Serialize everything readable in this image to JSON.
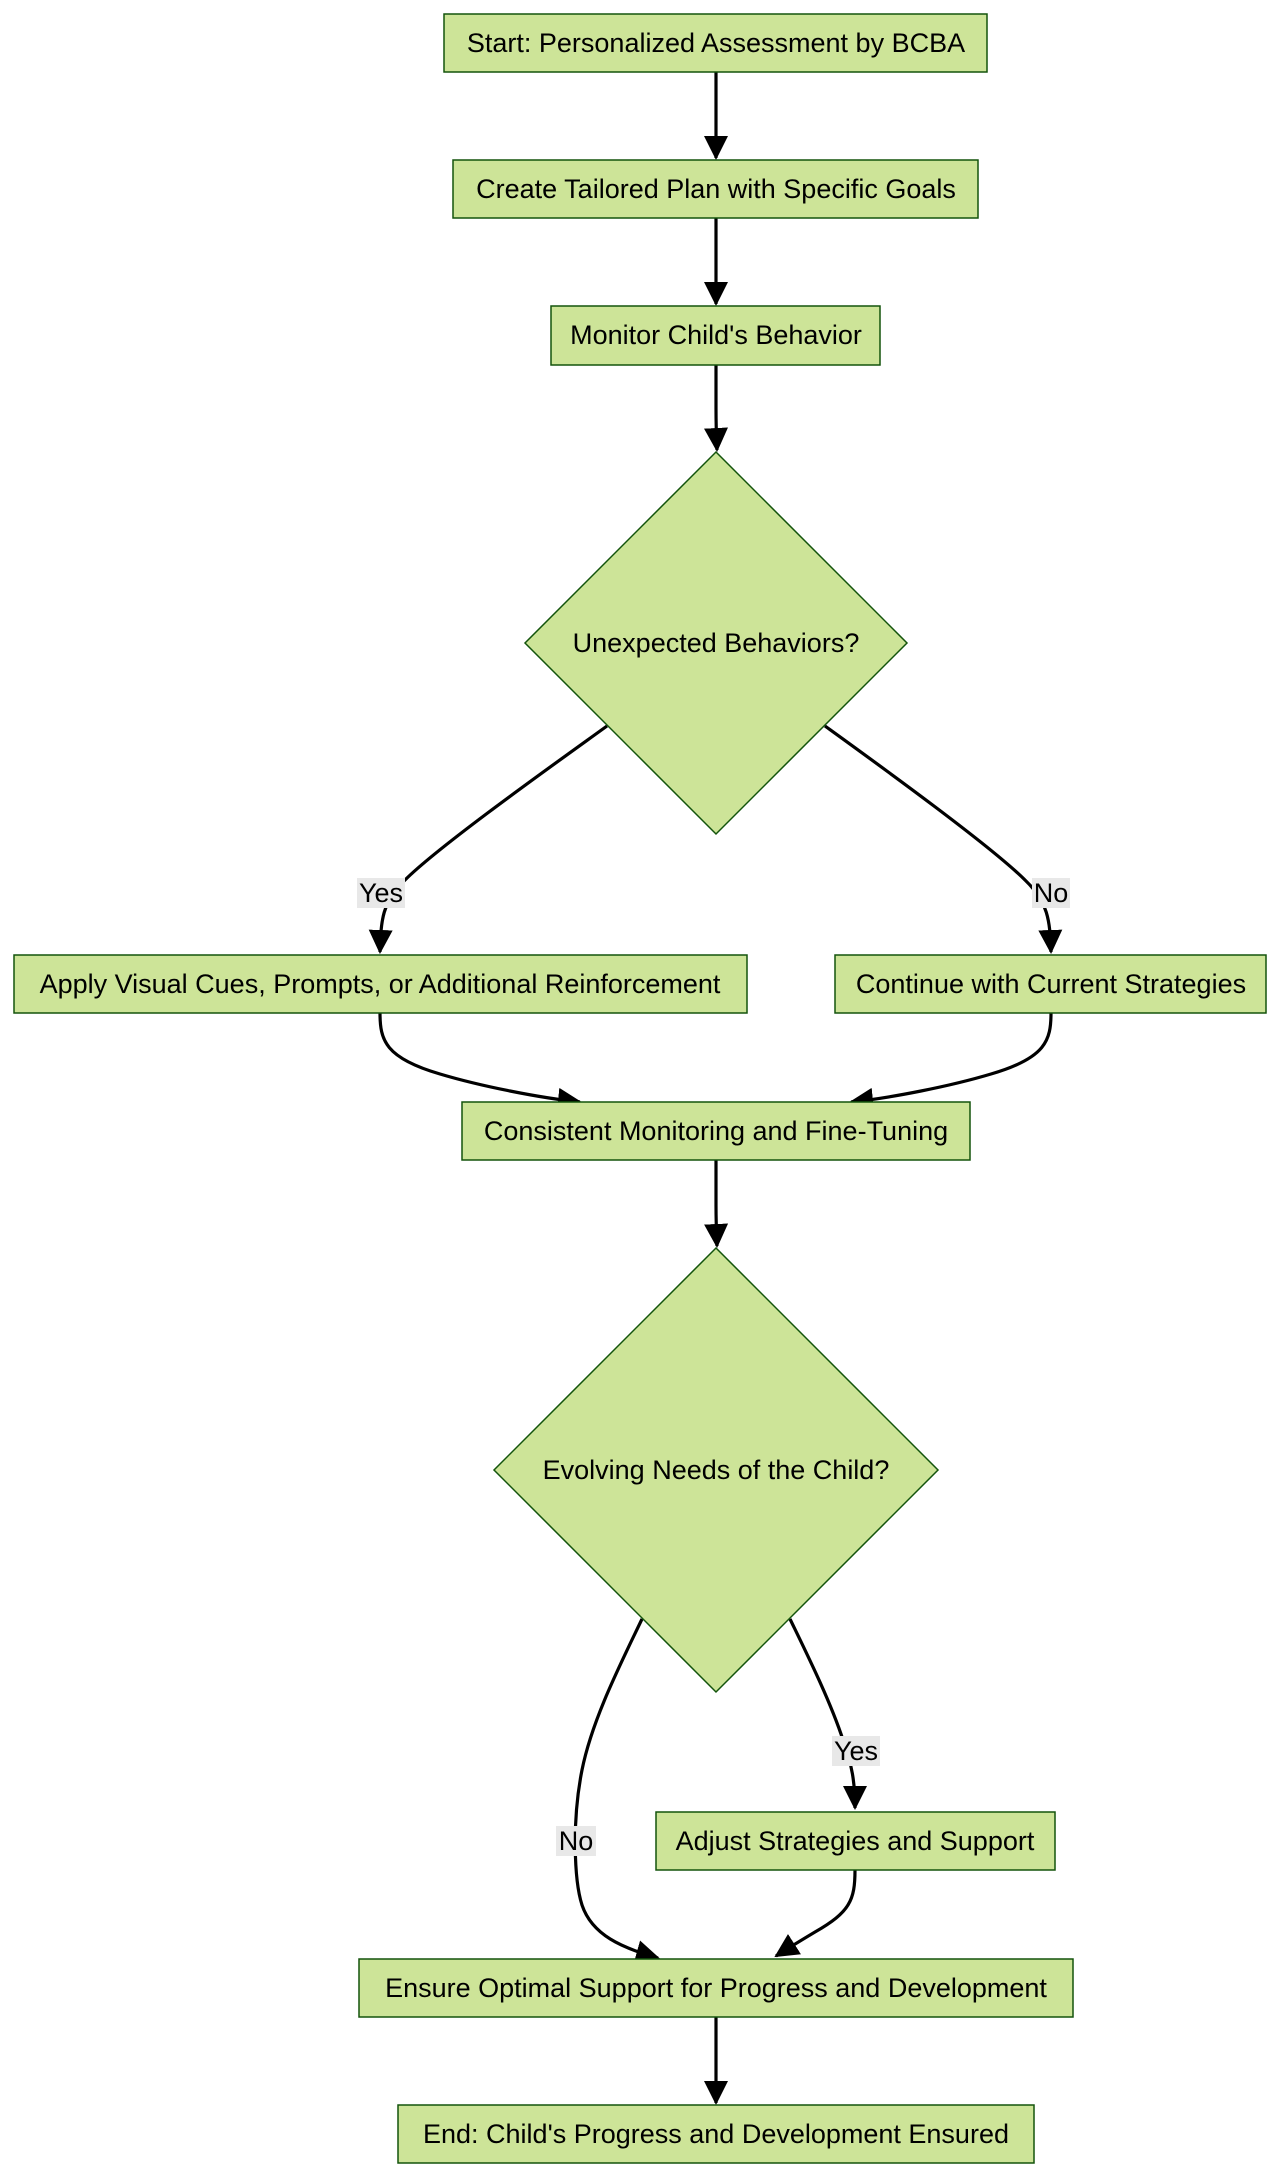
{
  "colors": {
    "node_fill": "#cde498",
    "node_stroke": "#13540c",
    "edge": "#000000",
    "edge_label_bg": "#e8e8e8"
  },
  "nodes": {
    "start": "Start: Personalized Assessment by BCBA",
    "plan": "Create Tailored Plan with Specific Goals",
    "monitor": "Monitor Child's Behavior",
    "unexpected": "Unexpected Behaviors?",
    "apply": "Apply Visual Cues, Prompts, or Additional Reinforcement",
    "continue": "Continue with Current Strategies",
    "consistent": "Consistent Monitoring and Fine-Tuning",
    "evolving": "Evolving Needs of the Child?",
    "adjust": "Adjust Strategies and Support",
    "ensure": "Ensure Optimal Support for Progress and Development",
    "end": "End: Child's Progress and Development Ensured"
  },
  "edge_labels": {
    "unexpected_yes": "Yes",
    "unexpected_no": "No",
    "evolving_yes": "Yes",
    "evolving_no": "No"
  }
}
